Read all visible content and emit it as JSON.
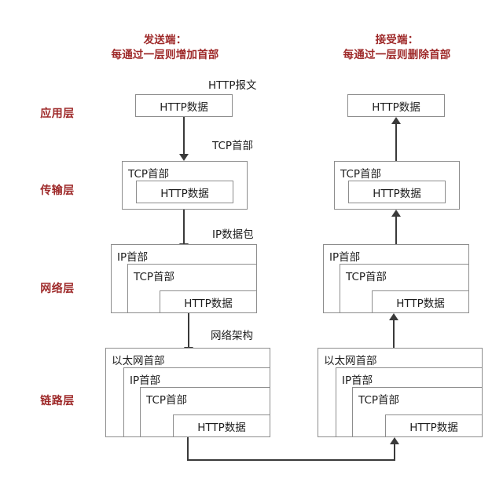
{
  "diagram": {
    "title_sender": "发送端：",
    "subtitle_sender": "每通过一层则增加首部",
    "title_receiver": "接受端：",
    "subtitle_receiver": "每通过一层则删除首部",
    "accent_color": "#9e2929",
    "box_border_color": "#8d8d8d",
    "arrow_color": "#3a3a3a"
  },
  "layers": [
    {
      "label": "应用层"
    },
    {
      "label": "传输层"
    },
    {
      "label": "网络层"
    },
    {
      "label": "链路层"
    }
  ],
  "edge_labels": [
    {
      "text": "HTTP报文"
    },
    {
      "text": "TCP首部"
    },
    {
      "text": "IP数据包"
    },
    {
      "text": "网络架构"
    }
  ],
  "sender": {
    "application": {
      "data": "HTTP数据"
    },
    "transport": {
      "header": "TCP首部",
      "data": "HTTP数据"
    },
    "network": {
      "header1": "IP首部",
      "header2": "TCP首部",
      "data": "HTTP数据"
    },
    "link": {
      "header1": "以太网首部",
      "header2": "IP首部",
      "header3": "TCP首部",
      "data": "HTTP数据"
    }
  },
  "receiver": {
    "application": {
      "data": "HTTP数据"
    },
    "transport": {
      "header": "TCP首部",
      "data": "HTTP数据"
    },
    "network": {
      "header1": "IP首部",
      "header2": "TCP首部",
      "data": "HTTP数据"
    },
    "link": {
      "header1": "以太网首部",
      "header2": "IP首部",
      "header3": "TCP首部",
      "data": "HTTP数据"
    }
  }
}
